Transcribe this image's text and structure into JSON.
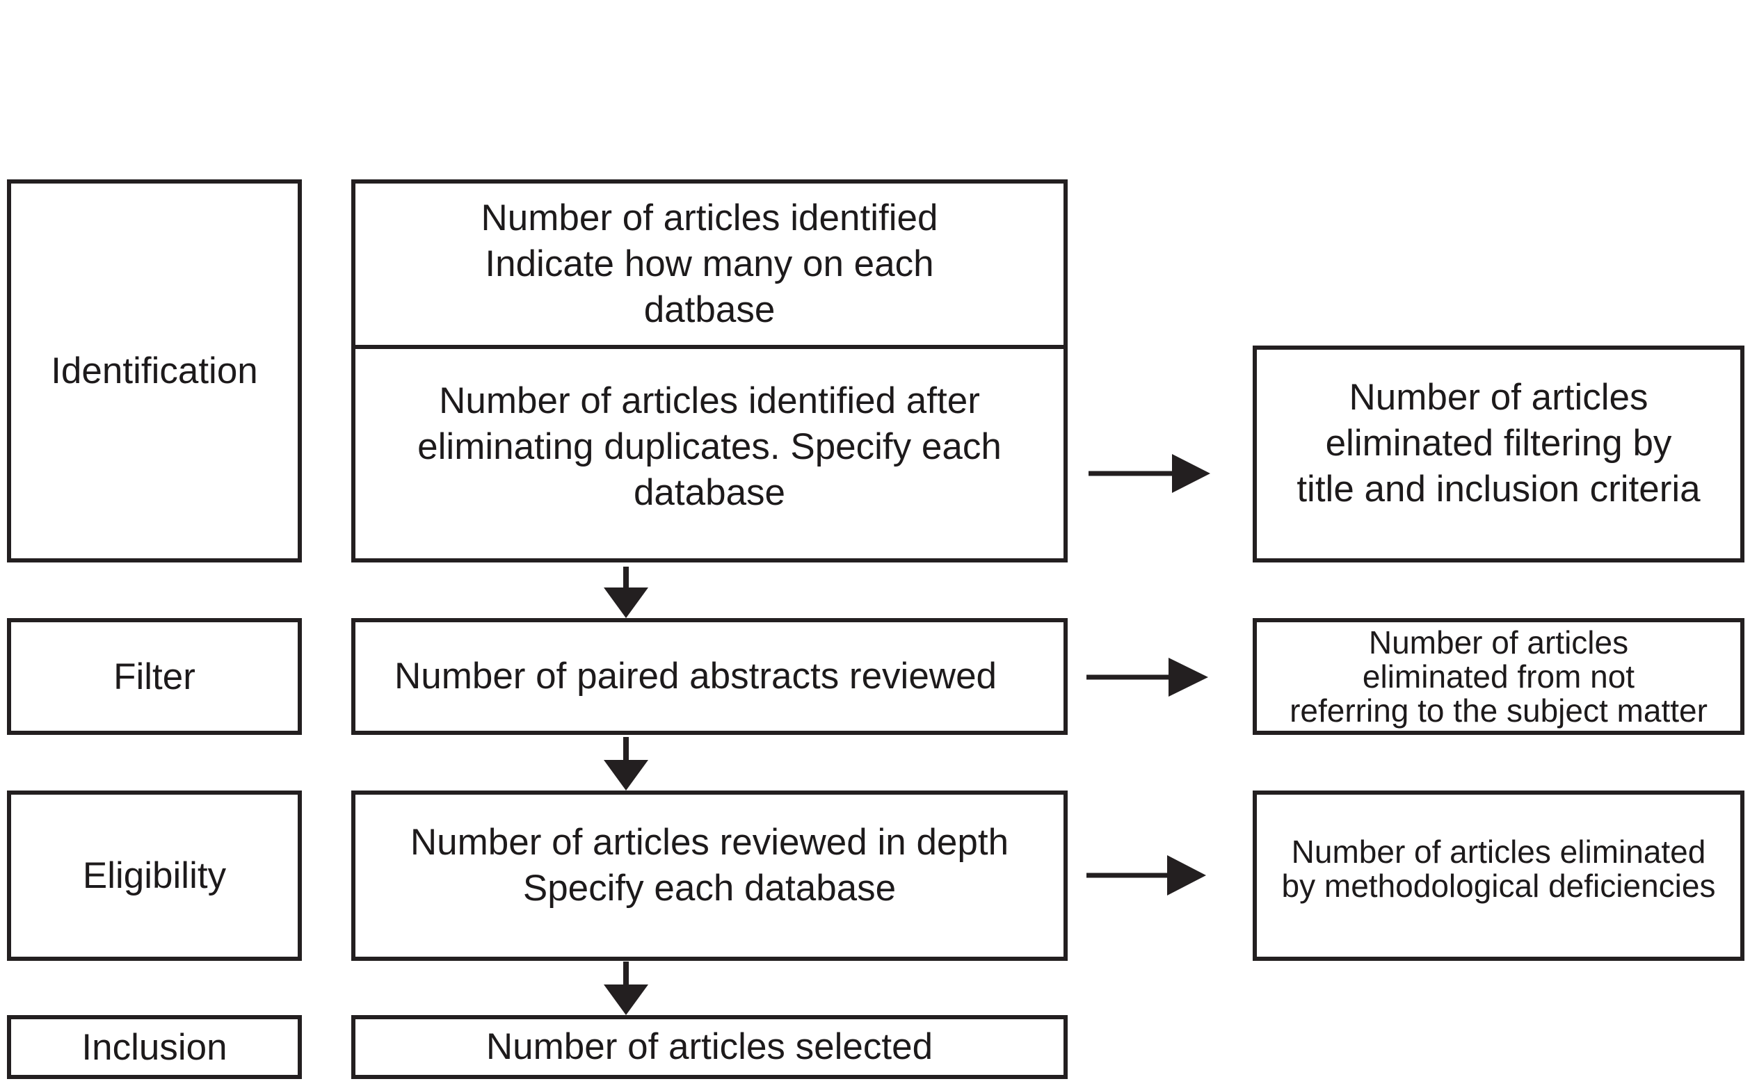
{
  "colors": {
    "line": "#231f20",
    "text": "#1d1a1b",
    "background": "#ffffff"
  },
  "stages": {
    "identification": "Identification",
    "filter": "Filter",
    "eligibility": "Eligibility",
    "inclusion": "Inclusion"
  },
  "main": {
    "identified": "Number of articles identified\nIndicate how many on each\ndatbase",
    "after_duplicates": "Number of articles identified after\neliminating duplicates. Specify each\ndatabase",
    "abstracts": "Number of paired abstracts reviewed",
    "in_depth": "Number of articles reviewed in depth\nSpecify each database",
    "selected": "Number of articles selected"
  },
  "side": {
    "title_filter": "Number of articles\neliminated filtering by\ntitle and inclusion criteria",
    "subject": "Number of articles\neliminated from not\nreferring to the subject matter",
    "method": "Number of articles eliminated\nby methodological deficiencies"
  }
}
